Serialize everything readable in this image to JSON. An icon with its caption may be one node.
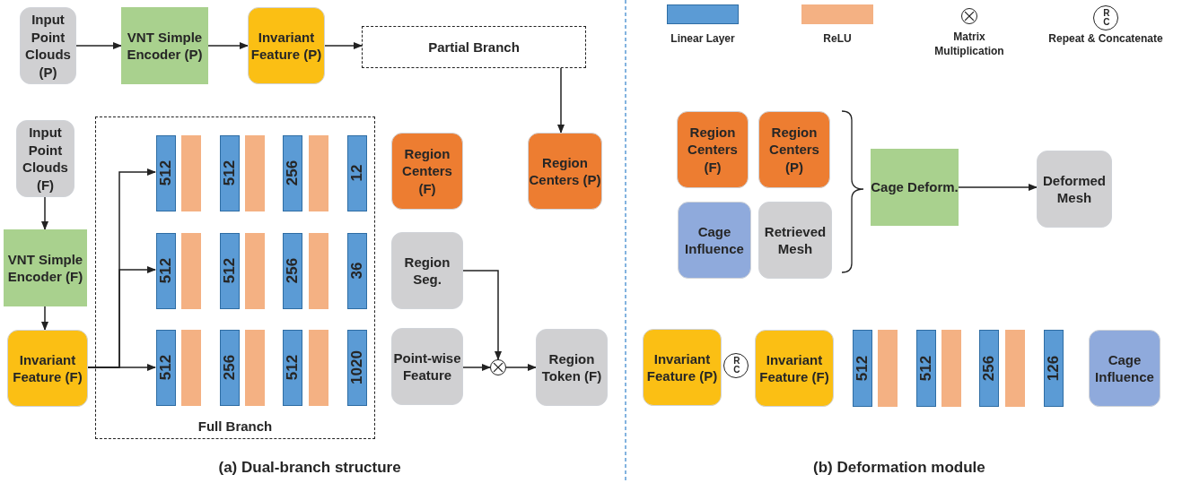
{
  "diagram": {
    "nodes": [
      {
        "text": [
          "Input Point Clouds (P)"
        ]
      },
      {
        "text": [
          "VNT Simple Encoder (P)"
        ]
      },
      {
        "text": [
          "Invariant Feature (P)"
        ]
      },
      {
        "text": [
          "Partial Branch"
        ]
      },
      {
        "text": [
          "Region Centers (P)"
        ]
      },
      {
        "text": [
          "Input Point Clouds (F)"
        ]
      },
      {
        "text": [
          "VNT Simple Encoder (F)"
        ]
      },
      {
        "text": [
          "Invariant Feature (F)"
        ]
      },
      {
        "text": [
          "Full Branch"
        ]
      },
      {
        "text": [
          "512"
        ],
        "in": 8
      },
      {
        "text": [],
        "shape": "bar",
        "in": 8
      },
      {
        "text": [
          "512"
        ],
        "in": 8
      },
      {
        "text": [],
        "shape": "bar",
        "in": 8
      },
      {
        "text": [
          "256"
        ],
        "in": 8
      },
      {
        "text": [],
        "shape": "bar",
        "in": 8
      },
      {
        "text": [
          "12"
        ],
        "in": 8
      },
      {
        "text": [
          "512"
        ],
        "in": 8
      },
      {
        "text": [],
        "shape": "bar",
        "in": 8
      },
      {
        "text": [
          "512"
        ],
        "in": 8
      },
      {
        "text": [],
        "shape": "bar",
        "in": 8
      },
      {
        "text": [
          "256"
        ],
        "in": 8
      },
      {
        "text": [],
        "shape": "bar",
        "in": 8
      },
      {
        "text": [
          "36"
        ],
        "in": 8
      },
      {
        "text": [
          "512"
        ],
        "in": 8
      },
      {
        "text": [],
        "shape": "bar",
        "in": 8
      },
      {
        "text": [
          "256"
        ],
        "in": 8
      },
      {
        "text": [],
        "shape": "bar",
        "in": 8
      },
      {
        "text": [
          "512"
        ],
        "in": 8
      },
      {
        "text": [],
        "shape": "bar",
        "in": 8
      },
      {
        "text": [
          "1020"
        ],
        "in": 8
      },
      {
        "text": [
          "Region Centers (F)"
        ]
      },
      {
        "text": [
          "Region Seg."
        ]
      },
      {
        "text": [
          "Point-wise Feature"
        ]
      },
      {
        "text": [],
        "shape": "circle"
      },
      {
        "text": [
          "Region Token (F)"
        ]
      },
      {
        "text": [
          "Region Centers (F)"
        ]
      },
      {
        "text": [
          "Region Centers (P)"
        ]
      },
      {
        "text": [
          "Cage Influence"
        ]
      },
      {
        "text": [
          "Retrieved Mesh"
        ]
      },
      {
        "text": [
          "Cage Deform."
        ]
      },
      {
        "text": [
          "Deformed Mesh"
        ]
      },
      {
        "text": [
          "Invariant Feature (P)"
        ]
      },
      {
        "text": [
          "R C"
        ]
      },
      {
        "text": [
          "Invariant Feature (F)"
        ]
      },
      {
        "text": [
          "512"
        ]
      },
      {
        "text": [],
        "shape": "bar"
      },
      {
        "text": [
          "512"
        ]
      },
      {
        "text": [],
        "shape": "bar"
      },
      {
        "text": [
          "256"
        ]
      },
      {
        "text": [],
        "shape": "bar"
      },
      {
        "text": [
          "126"
        ]
      },
      {
        "text": [
          "Cage Influence"
        ]
      }
    ],
    "edges": [
      {
        "from": 0,
        "to": 1,
        "arrow": "to"
      },
      {
        "from": 1,
        "to": 2,
        "arrow": "to"
      },
      {
        "from": 2,
        "to": 3,
        "arrow": "to"
      },
      {
        "from": 3,
        "to": 4,
        "arrow": "to"
      },
      {
        "from": 5,
        "to": 6,
        "arrow": "to"
      },
      {
        "from": 6,
        "to": 7,
        "arrow": "to"
      },
      {
        "from": 7,
        "to": 9,
        "arrow": "to"
      },
      {
        "from": 7,
        "to": 16,
        "arrow": "to"
      },
      {
        "from": 7,
        "to": 23,
        "arrow": "to"
      },
      {
        "from": 31,
        "to": 33,
        "arrow": "to"
      },
      {
        "from": 32,
        "to": 33,
        "arrow": "to"
      },
      {
        "from": 33,
        "to": 34,
        "arrow": "to"
      },
      {
        "from": 39,
        "to": 40,
        "arrow": "to"
      }
    ],
    "labels": [
      "R C",
      "(a) Dual-branch structure",
      "(b) Deformation module"
    ],
    "legend": [
      {
        "text": "Linear Layer",
        "color": "#5b9bd5"
      },
      {
        "text": "ReLU",
        "color": "#f4b183"
      },
      {
        "text": "Matrix Multiplication"
      },
      {
        "text": "Repeat & Concatenate"
      }
    ]
  }
}
